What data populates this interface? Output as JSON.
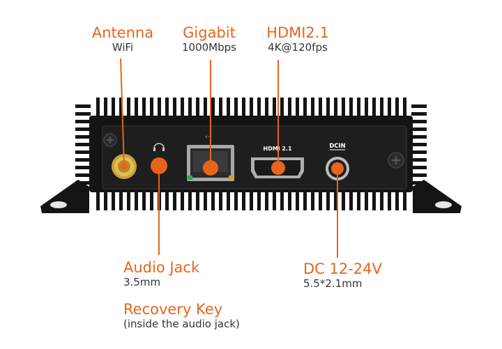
{
  "colors": {
    "accent": "#e8641c",
    "chassis": "#141414",
    "panel": "#1c1c1c",
    "sub_text": "#333333"
  },
  "annotations": {
    "antenna": {
      "title": "Antenna",
      "subtitle": "WiFi"
    },
    "ethernet": {
      "title": "Gigabit",
      "subtitle": "1000Mbps"
    },
    "hdmi": {
      "title": "HDMI2.1",
      "subtitle": "4K@120fps"
    },
    "audio": {
      "title": "Audio Jack",
      "subtitle": "3.5mm"
    },
    "dc": {
      "title": "DC 12-24V",
      "subtitle": "5.5*2.1mm"
    },
    "recovery": {
      "title": "Recovery Key",
      "subtitle": "(inside the audio jack)"
    }
  },
  "panel_labels": {
    "hdmi_port": "HDMI 2.1",
    "dc_port": "DCIN"
  },
  "icons": [
    "wifi-antenna-connector-icon",
    "headphone-icon",
    "ethernet-network-icon",
    "hdmi-port-icon",
    "dc-jack-icon",
    "screw-icon"
  ]
}
